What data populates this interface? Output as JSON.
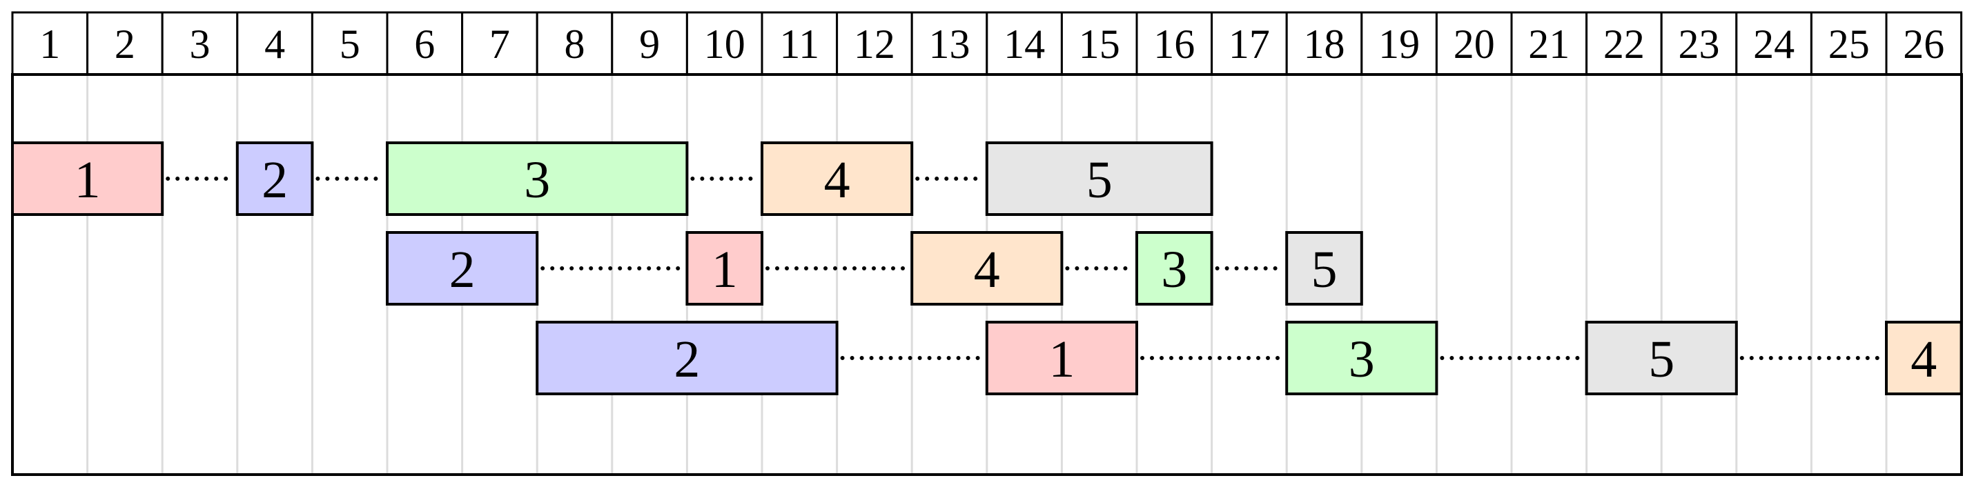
{
  "timeline": {
    "columns": [
      "1",
      "2",
      "3",
      "4",
      "5",
      "6",
      "7",
      "8",
      "9",
      "10",
      "11",
      "12",
      "13",
      "14",
      "15",
      "16",
      "17",
      "18",
      "19",
      "20",
      "21",
      "22",
      "23",
      "24",
      "25",
      "26"
    ]
  },
  "colors": {
    "1": "#ffcccc",
    "2": "#ccccff",
    "3": "#ccffcc",
    "4": "#ffe5cc",
    "5": "#e6e6e6"
  },
  "rows": [
    {
      "tasks": [
        {
          "label": "1",
          "start": 1,
          "end": 2
        },
        {
          "label": "2",
          "start": 4,
          "end": 4
        },
        {
          "label": "3",
          "start": 6,
          "end": 9
        },
        {
          "label": "4",
          "start": 11,
          "end": 12
        },
        {
          "label": "5",
          "start": 14,
          "end": 16
        }
      ]
    },
    {
      "tasks": [
        {
          "label": "2",
          "start": 6,
          "end": 7
        },
        {
          "label": "1",
          "start": 10,
          "end": 10
        },
        {
          "label": "4",
          "start": 13,
          "end": 14
        },
        {
          "label": "3",
          "start": 16,
          "end": 16
        },
        {
          "label": "5",
          "start": 18,
          "end": 18
        }
      ]
    },
    {
      "tasks": [
        {
          "label": "2",
          "start": 8,
          "end": 11
        },
        {
          "label": "1",
          "start": 14,
          "end": 15
        },
        {
          "label": "3",
          "start": 18,
          "end": 19
        },
        {
          "label": "5",
          "start": 22,
          "end": 23
        },
        {
          "label": "4",
          "start": 26,
          "end": 26
        }
      ]
    }
  ]
}
